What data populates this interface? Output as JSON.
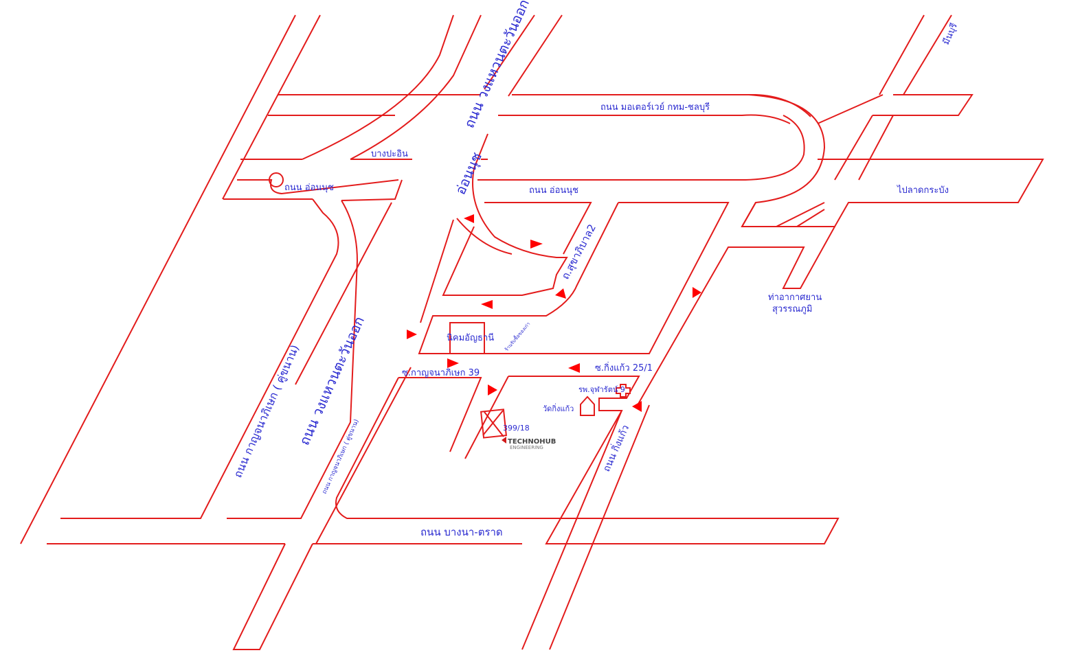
{
  "labels": {
    "outer_ring_north": "ถนน วงแหวนตะวันออก",
    "outer_ring_south": "ถนน วงแหวนตะวันออก",
    "motorway": "ถนน มอเตอร์เวย์ กทม-ชลบุรี",
    "bang_pa_in": "บางปะอิน",
    "on_nut_road_west": "ถนน อ่อนนุช",
    "on_nut_diag": "อ่อนนุช",
    "on_nut_road_mid": "ถนน อ่อนนุช",
    "lat_krabang": "ไปลาดกระบัง",
    "min_buri": "มีนบุรี",
    "suvarnabhumi_1": "ท่าอากาศยาน",
    "suvarnabhumi_2": "สุวรรณภูมิ",
    "sukhapiban2": "ถ.สุขาภิบาล2",
    "nikhom": "นิคมอัญธานี",
    "shop_small": "ร้านรับซื้อของเก่า",
    "soi_kanchana": "ซ.กาญจนาภิเษก 39",
    "soi_king_kaeo": "ซ.กิ่งแก้ว 25/1",
    "hospital": "รพ.จุฬารัตน์ 9",
    "wat": "วัดกิ่งแก้ว",
    "address": "399/18",
    "king_kaeo_road": "ถนน กิ่งแก้ว",
    "kanchana_road_big": "ถนน กาญจนาภิเษก ( คู่ขนาน)",
    "kanchana_road_small": "ถนน กาญจนาภิเษก  ( คู่ขนาน)",
    "bangna_trat": "ถนน บางนา-ตราด"
  },
  "logo": {
    "text": "TECHNOHUB",
    "subtext": "ENGINEERING",
    "icon": "technohub-logo"
  },
  "colors": {
    "road": "#e31b1b",
    "arrow": "#ff0000",
    "label": "#2a2ad0"
  }
}
